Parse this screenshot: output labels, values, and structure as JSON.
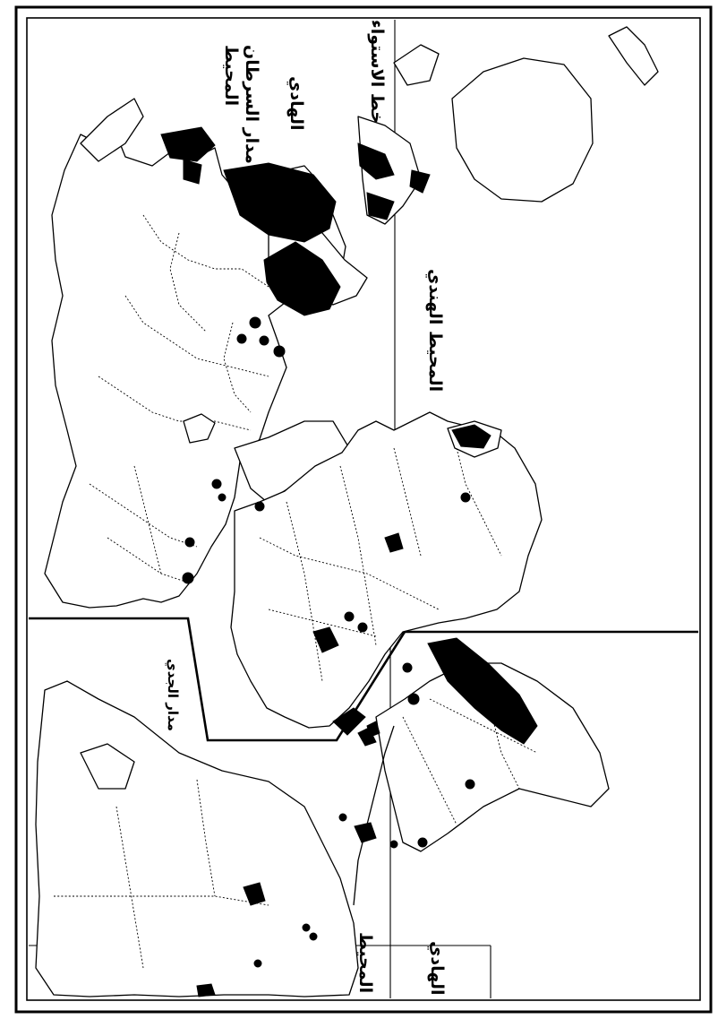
{
  "map": {
    "labels": {
      "pacific_ocean_top": "المحيط",
      "tropic_of_cancer": "مدار السرطان",
      "pacific_ocean_top_2": "الهادي",
      "equator_line": "خط الاستواء",
      "indian_ocean": "المحيط الهندي",
      "tropic_of_capricorn": "مدار الجدي",
      "atlantic_ocean_bottom": "المحيط",
      "pacific_bottom": "الهادي"
    },
    "colors": {
      "ink": "#000000",
      "paper": "#ffffff"
    }
  }
}
